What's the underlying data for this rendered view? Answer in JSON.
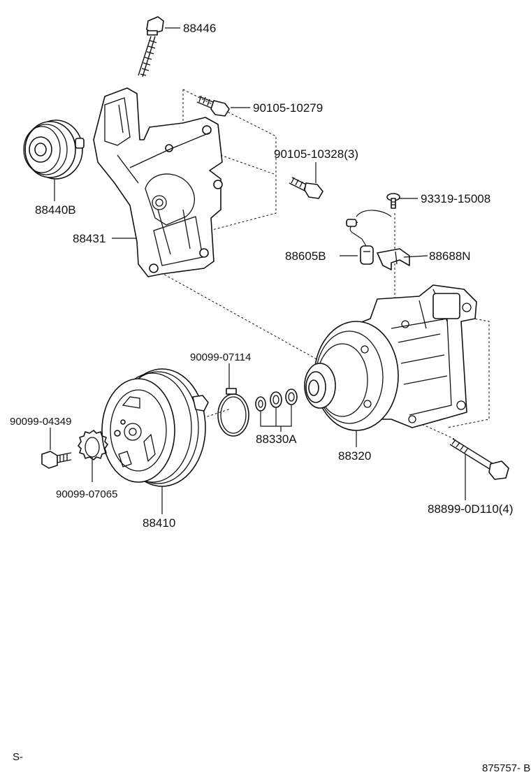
{
  "labels": {
    "p88446": "88446",
    "p90105_10279": "90105-10279",
    "p90105_10328": "90105-10328(3)",
    "p93319_15008": "93319-15008",
    "p88440B": "88440B",
    "p88431": "88431",
    "p88605B": "88605B",
    "p88688N": "88688N",
    "p90099_07114": "90099-07114",
    "p90099_04349": "90099-04349",
    "p88330A": "88330A",
    "p88320": "88320",
    "p90099_07065": "90099-07065",
    "p88410": "88410",
    "p88899_0D110": "88899-0D110(4)",
    "corner_left": "S-",
    "corner_right": "875757- B"
  },
  "colors": {
    "line": "#111111",
    "background": "#ffffff"
  }
}
